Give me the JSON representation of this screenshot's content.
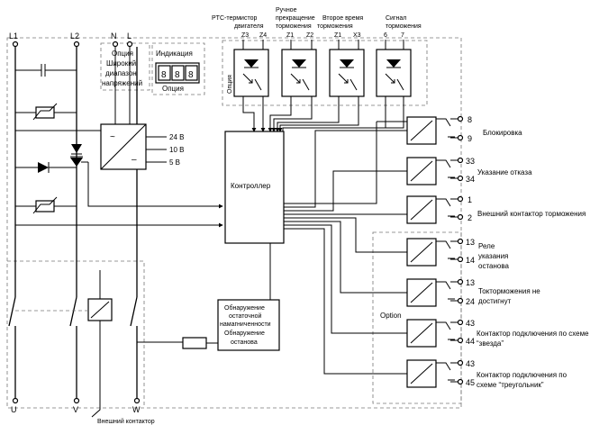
{
  "terminals_top": {
    "l1": "L1",
    "l2": "L2",
    "n": "N",
    "l": "L"
  },
  "terminals_bottom": {
    "u": "U",
    "v": "V",
    "w": "W"
  },
  "voltage_option": {
    "title": "Опция",
    "line1": "Широкий",
    "line2": "диапазон",
    "line3": "напряжений"
  },
  "indication": {
    "title": "Индикация",
    "digits": [
      "8",
      "8",
      "8"
    ],
    "option": "Опция"
  },
  "inputs": {
    "ptc": {
      "line1": "PTC-термистор",
      "line2": "двигателя",
      "t1": "Z3",
      "t2": "Z4"
    },
    "manual": {
      "line1": "Ручное",
      "line2": "прекращение",
      "line3": "торможения",
      "t1": "Z1",
      "t2": "Z2"
    },
    "second": {
      "line1": "Второе время",
      "line2": "торможения",
      "t1": "Z1",
      "t2": "X3"
    },
    "signal": {
      "line1": "Сигнал",
      "line2": "торможения",
      "t1": "6",
      "t2": "7"
    },
    "side_option": "Опция"
  },
  "power_outputs": [
    "24 В",
    "10 В",
    "5 В"
  ],
  "controller": "Контроллер",
  "detection": {
    "line1": "Обнаружение",
    "line2": "остаточной",
    "line3": "намагниченности",
    "line4": "Обнаружение",
    "line5": "останова"
  },
  "option_label": "Option",
  "outputs": [
    {
      "t1": "8",
      "t2": "9",
      "label": [
        "Блокировка"
      ]
    },
    {
      "t1": "33",
      "t2": "34",
      "label": [
        "Указание отказа"
      ]
    },
    {
      "t1": "1",
      "t2": "2",
      "label": [
        "Внешний контактор торможения"
      ]
    },
    {
      "t1": "13",
      "t2": "14",
      "label": [
        "Реле",
        "указания",
        "останова"
      ]
    },
    {
      "t1": "13",
      "t2": "24",
      "label": [
        "Токторможения не",
        "достигнут"
      ]
    },
    {
      "t1": "43",
      "t2": "44",
      "label": [
        "Контактор подключения по схеме",
        "“звезда”"
      ]
    },
    {
      "t1": "43",
      "t2": "45",
      "label": [
        "Контактор подключения по",
        "схеме “треугольник”"
      ]
    }
  ],
  "external_contactor": "Внешний контактор"
}
